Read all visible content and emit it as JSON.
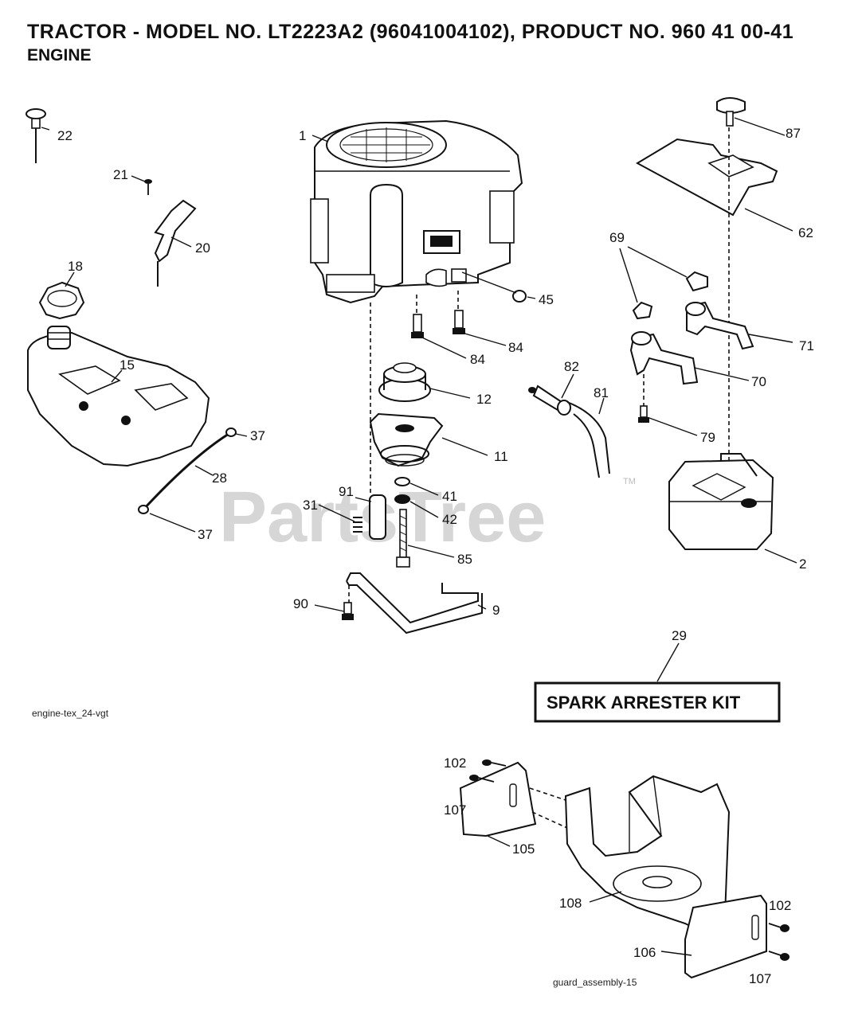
{
  "header": {
    "title": "TRACTOR - MODEL NO. LT2223A2 (96041004102), PRODUCT NO. 960 41 00-41",
    "subtitle": "ENGINE"
  },
  "watermark": {
    "text": "PartsTree",
    "tm": "TM"
  },
  "kit_box": {
    "label": "SPARK ARRESTER KIT",
    "callout": "29"
  },
  "notes": {
    "left": "engine-tex_24-vgt",
    "bottom": "guard_assembly-15"
  },
  "callouts": [
    "1",
    "2",
    "9",
    "11",
    "12",
    "15",
    "18",
    "20",
    "21",
    "22",
    "28",
    "31",
    "37",
    "37",
    "41",
    "42",
    "45",
    "62",
    "69",
    "70",
    "71",
    "79",
    "81",
    "82",
    "84",
    "84",
    "85",
    "87",
    "90",
    "91",
    "102",
    "102",
    "105",
    "106",
    "107",
    "107",
    "108"
  ]
}
